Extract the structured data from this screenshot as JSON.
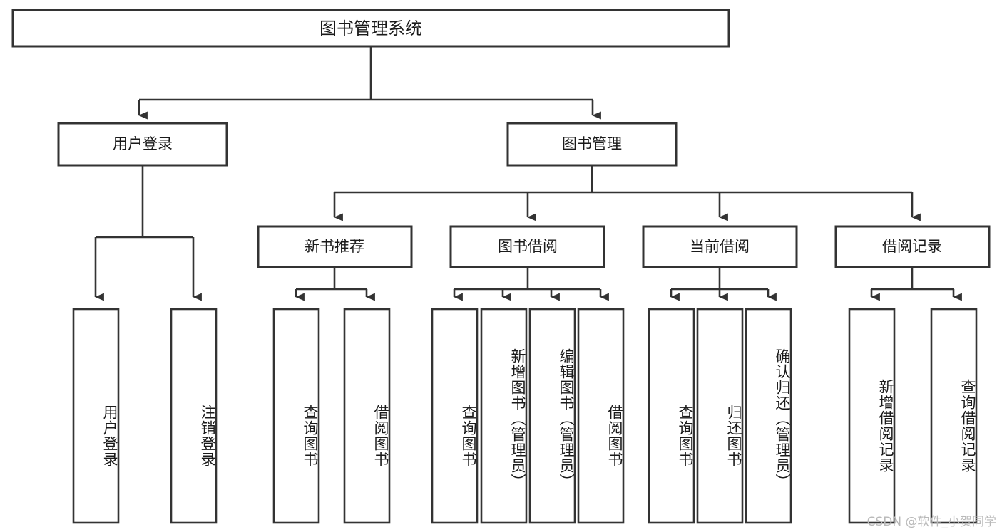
{
  "diagram": {
    "title": "图书管理系统",
    "watermark": "CSDN @软件_小贺同学",
    "colors": {
      "stroke": "#333333",
      "fill": "#ffffff",
      "text": "#1a1a1a",
      "watermark": "#b9b9b9"
    },
    "root": {
      "label": "图书管理系统"
    },
    "level2": [
      {
        "label": "用户登录"
      },
      {
        "label": "图书管理"
      }
    ],
    "level3": [
      {
        "label": "新书推荐"
      },
      {
        "label": "图书借阅"
      },
      {
        "label": "当前借阅"
      },
      {
        "label": "借阅记录"
      }
    ],
    "leaves": {
      "user_login": [
        {
          "label": "用户登录"
        },
        {
          "label": "注销登录"
        }
      ],
      "new_book": [
        {
          "label": "查询图书"
        },
        {
          "label": "借阅图书"
        }
      ],
      "borrow_book": [
        {
          "label": "查询图书"
        },
        {
          "label": "新增图书（管理员）"
        },
        {
          "label": "编辑图书（管理员）"
        },
        {
          "label": "借阅图书"
        }
      ],
      "current_borrow": [
        {
          "label": "查询图书"
        },
        {
          "label": "归还图书"
        },
        {
          "label": "确认归还（管理员）"
        }
      ],
      "borrow_record": [
        {
          "label": "新增借阅记录"
        },
        {
          "label": "查询借阅记录"
        }
      ]
    }
  }
}
